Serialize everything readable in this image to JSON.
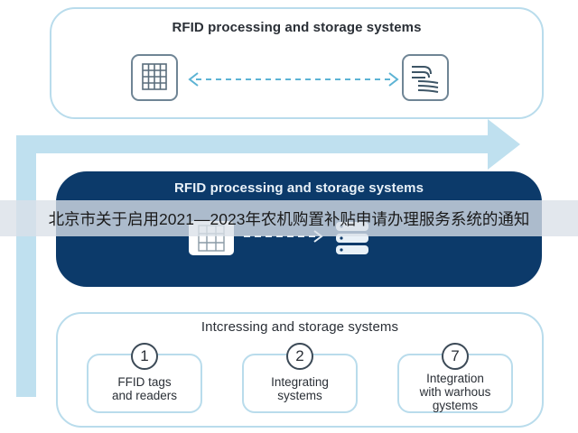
{
  "top_panel": {
    "title": "RFID processing and storage systems"
  },
  "middle_panel": {
    "title": "RFID processing and storage systems"
  },
  "bottom_panel": {
    "title": "Intcressing and storage systems",
    "steps": [
      {
        "number": "1",
        "label": "FFID tags\nand readers"
      },
      {
        "number": "2",
        "label": "Integrating\nsystems"
      },
      {
        "number": "7",
        "label": "Integration\nwith warhous\ngystems"
      }
    ]
  },
  "overlay": {
    "text": "北京市关于启用2021—2023年农机购置补贴申请办理服务系统的通知"
  },
  "icons": [
    "grid-icon",
    "server-stack-icon",
    "database-icon",
    "arrow-right-icon"
  ],
  "colors": {
    "panel_border": "#b9dcec",
    "dark_panel": "#0c3a6a",
    "arrow": "#b9dcec",
    "dashed_arrow": "#5cb3d4"
  }
}
